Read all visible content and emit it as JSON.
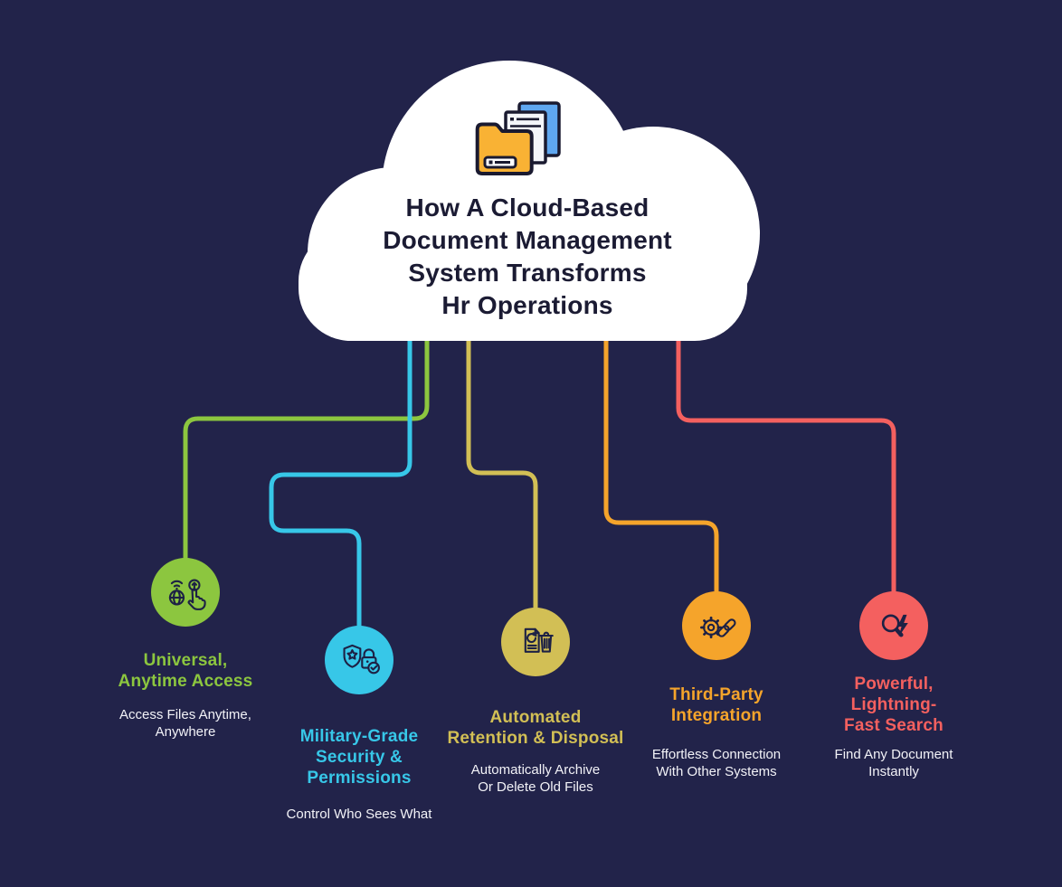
{
  "infographic": {
    "title": "How A Cloud-Based\nDocument Management\nSystem Transforms\nHr Operations",
    "background_color": "#22234A",
    "cloud_color": "#FFFFFF",
    "title_color": "#1B1B33",
    "description_color": "#F2F2F7",
    "icon_stroke_color": "#1D2145",
    "folder_icon": {
      "name": "folder-documents-icon",
      "folder_color": "#F9B234",
      "document_color": "#5FA7F0",
      "page_color": "#F4F6FA",
      "outline_color": "#1A1A30"
    }
  },
  "branches": [
    {
      "icon": "globe-wifi-tap-icon",
      "color": "#8CC63F",
      "title": "Universal,\nAnytime Access",
      "description": "Access Files Anytime,\nAnywhere"
    },
    {
      "icon": "shield-star-lock-check-icon",
      "color": "#37C7E8",
      "title": "Military-Grade\nSecurity &\nPermissions",
      "description": "Control Who Sees What"
    },
    {
      "icon": "document-recycle-trash-icon",
      "color": "#D2BF55",
      "title": "Automated\nRetention & Disposal",
      "description": "Automatically Archive\nOr Delete Old Files"
    },
    {
      "icon": "gear-chain-link-icon",
      "color": "#F5A42B",
      "title": "Third-Party\nIntegration",
      "description": "Effortless Connection\nWith Other Systems"
    },
    {
      "icon": "search-lightning-icon",
      "color": "#F4605F",
      "title": "Powerful,\nLightning-\nFast Search",
      "description": "Find Any Document\nInstantly"
    }
  ]
}
